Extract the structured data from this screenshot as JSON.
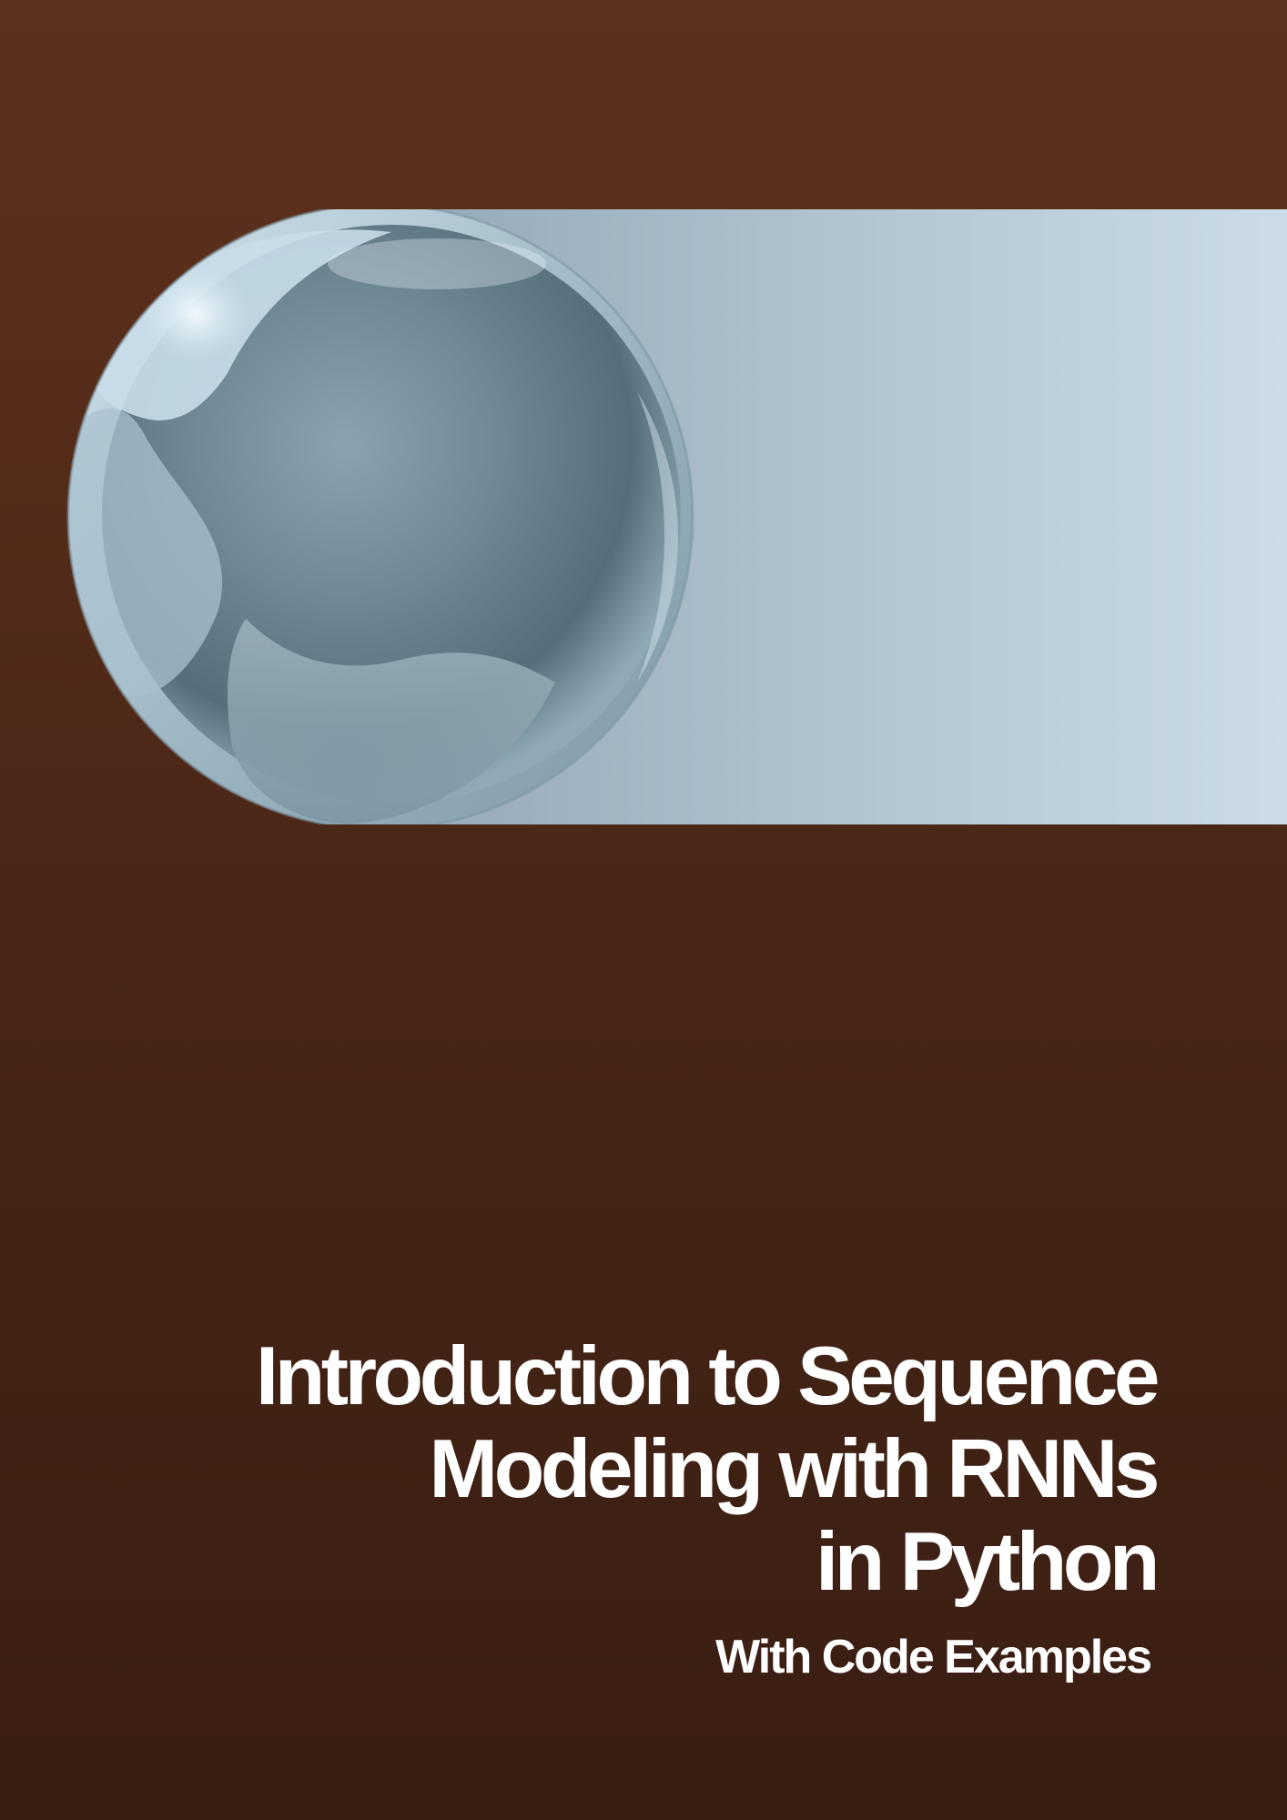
{
  "cover": {
    "title_lines": [
      "Introduction to Sequence",
      "Modeling with RNNs",
      "in Python"
    ],
    "subtitle": "With Code Examples",
    "colors": {
      "background_top": "#5e311d",
      "background_bottom": "#3a1d13",
      "band_left": "#9aacba",
      "band_right": "#cbdce7",
      "sphere_mid": "#6f8894",
      "title_text": "#ffffff"
    },
    "illustration": "glossy-blue-sphere-on-light-band"
  }
}
